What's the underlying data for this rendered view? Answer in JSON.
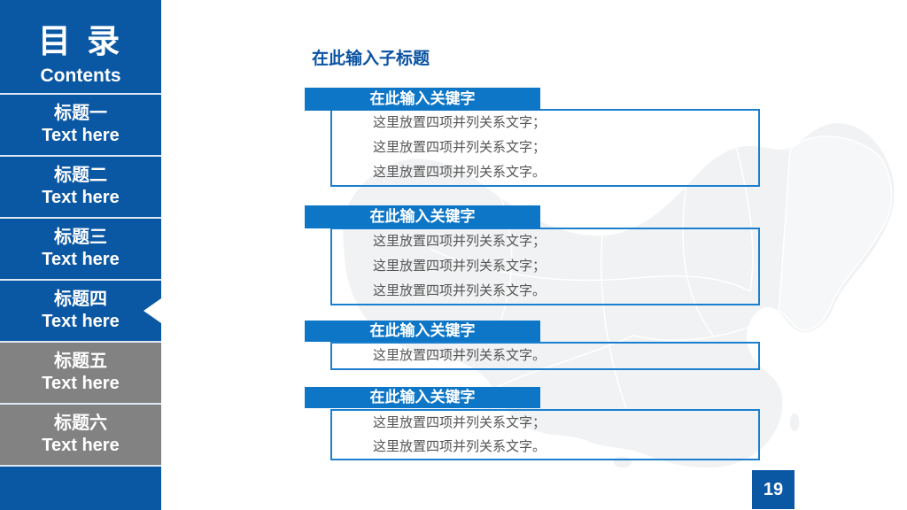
{
  "slide": {
    "page_number": "19",
    "colors": {
      "sidebar_blue": "#0a57a4",
      "accent_blue": "#0e76c6",
      "box_border_blue": "#1b7fd0",
      "inactive_gray": "#828282",
      "body_text_gray": "#555555",
      "subtitle_blue": "#0a52a2",
      "map_gray": "#f1f2f3"
    }
  },
  "toc": {
    "title": "目 录",
    "subtitle": "Contents",
    "items": [
      {
        "title": "标题一",
        "subtitle": "Text here",
        "state": "normal"
      },
      {
        "title": "标题二",
        "subtitle": "Text here",
        "state": "normal"
      },
      {
        "title": "标题三",
        "subtitle": "Text here",
        "state": "normal"
      },
      {
        "title": "标题四",
        "subtitle": "Text here",
        "state": "active"
      },
      {
        "title": "标题五",
        "subtitle": "Text here",
        "state": "inactive"
      },
      {
        "title": "标题六",
        "subtitle": "Text here",
        "state": "inactive"
      }
    ]
  },
  "content": {
    "subtitle": "在此输入子标题",
    "sections": [
      {
        "header": "在此输入关键字",
        "lines": [
          "这里放置四项并列关系文字；",
          "这里放置四项并列关系文字；",
          "这里放置四项并列关系文字。"
        ]
      },
      {
        "header": "在此输入关键字",
        "lines": [
          "这里放置四项并列关系文字；",
          "这里放置四项并列关系文字；",
          "这里放置四项并列关系文字。"
        ]
      },
      {
        "header": "在此输入关键字",
        "lines": [
          "这里放置四项并列关系文字。"
        ]
      },
      {
        "header": "在此输入关键字",
        "lines": [
          "这里放置四项并列关系文字；",
          "这里放置四项并列关系文字。"
        ]
      }
    ]
  }
}
